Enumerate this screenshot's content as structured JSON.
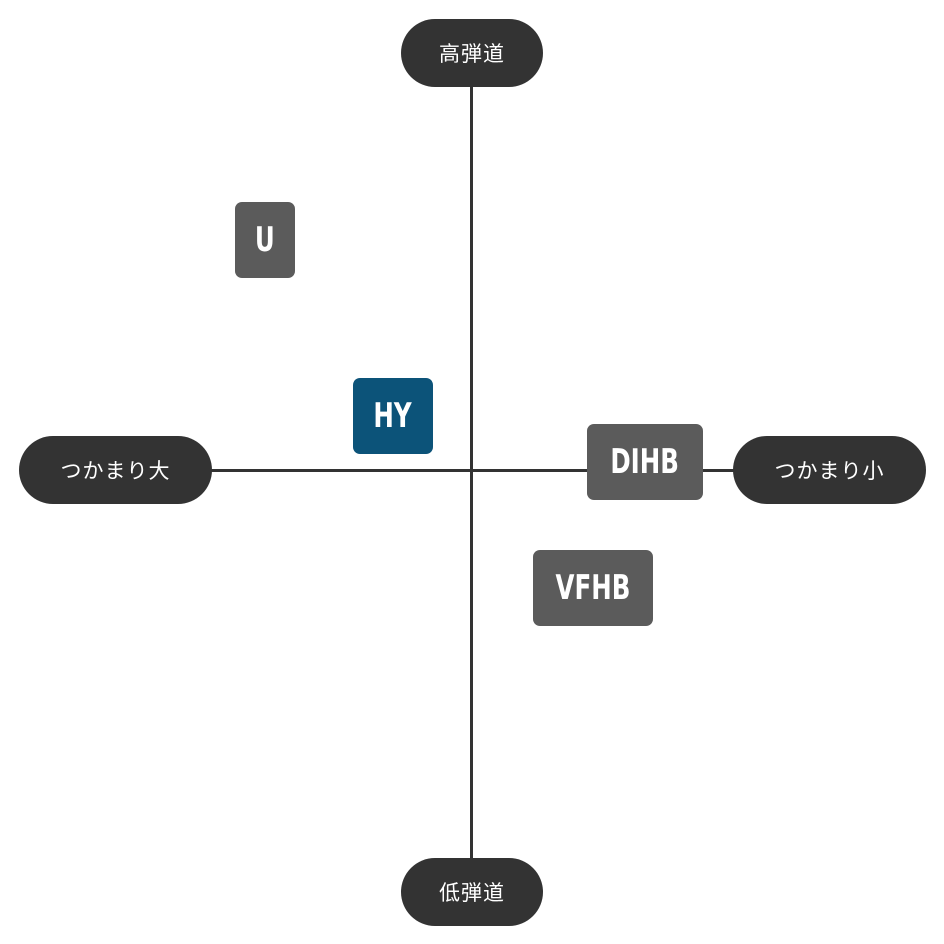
{
  "axes": {
    "top_label": "高弾道",
    "bottom_label": "低弾道",
    "left_label": "つかまり大",
    "right_label": "つかまり小"
  },
  "items": [
    {
      "label": "U",
      "highlighted": false,
      "color": "#5b5b5b"
    },
    {
      "label": "HY",
      "highlighted": true,
      "color": "#0c5379"
    },
    {
      "label": "DIHB",
      "highlighted": false,
      "color": "#5b5b5b"
    },
    {
      "label": "VFHB",
      "highlighted": false,
      "color": "#5b5b5b"
    }
  ],
  "colors": {
    "axis": "#333333",
    "pill": "#333333",
    "highlight": "#0c5379",
    "default_box": "#5b5b5b"
  }
}
